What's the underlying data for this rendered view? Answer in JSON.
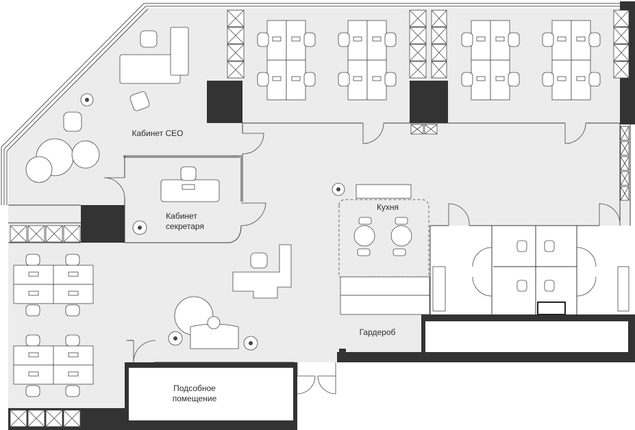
{
  "rooms": {
    "ceo": "Кабинет CEO",
    "secretary_line1": "Кабинет",
    "secretary_line2": "секретаря",
    "kitchen": "Кухня",
    "wardrobe": "Гардероб",
    "utility_line1": "Подсобное",
    "utility_line2": "помещение"
  },
  "colors": {
    "wall": "#333333",
    "floor": "#ececec",
    "furniture": "#ffffff"
  }
}
